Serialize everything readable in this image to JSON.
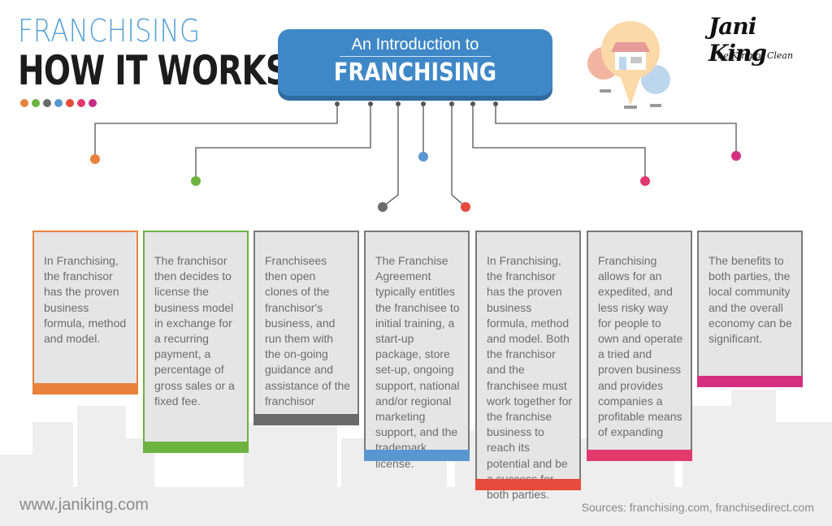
{
  "header": {
    "title_line1": "FRANCHISING",
    "title_line2": "HOW IT WORKS",
    "accent_dots": [
      "#e8823b",
      "#6cb33f",
      "#6b6b6b",
      "#5a96cf",
      "#e64b3b",
      "#e23a6e",
      "#c62d87"
    ]
  },
  "banner": {
    "subtitle": "An Introduction to",
    "title": "FRANCHISING",
    "color": "#3f88c8"
  },
  "logo": {
    "brand": "Jani King",
    "tagline": "The King of Clean"
  },
  "cards": [
    {
      "text": "In Franchising, the franchisor has the proven business formula, method and model.",
      "color": "#e8823b"
    },
    {
      "text": "The franchisor then decides to license the business model in exchange for a recurring payment, a percentage of gross sales or a fixed fee.",
      "color": "#6cb33f"
    },
    {
      "text": "Franchisees then open clones of the franchisor's business, and run them with the on-going guidance and assistance of the franchisor",
      "color": "#6b6b6b"
    },
    {
      "text": "The Franchise Agreement typically entitles the franchisee to initial training, a start-up package, store set-up, ongoing support, national and/or regional marketing support, and the trademark license.",
      "color": "#5a96cf"
    },
    {
      "text": "In Franchising, the franchisor has the proven business formula, method and model. Both the franchisor and the franchisee must work together for the franchise business to reach its potential and be a success for both parties.",
      "color": "#e64b3b"
    },
    {
      "text": "Franchising allows for an expedited, and less risky way for people to own and operate a tried and proven business and provides companies a profitable means of expanding",
      "color": "#e23a6e"
    },
    {
      "text": "The benefits to both parties, the local community and the overall economy can be significant.",
      "color": "#d4307f"
    }
  ],
  "footer": {
    "website": "www.janiking.com",
    "sources": "Sources: franchising.com, franchisedirect.com"
  }
}
